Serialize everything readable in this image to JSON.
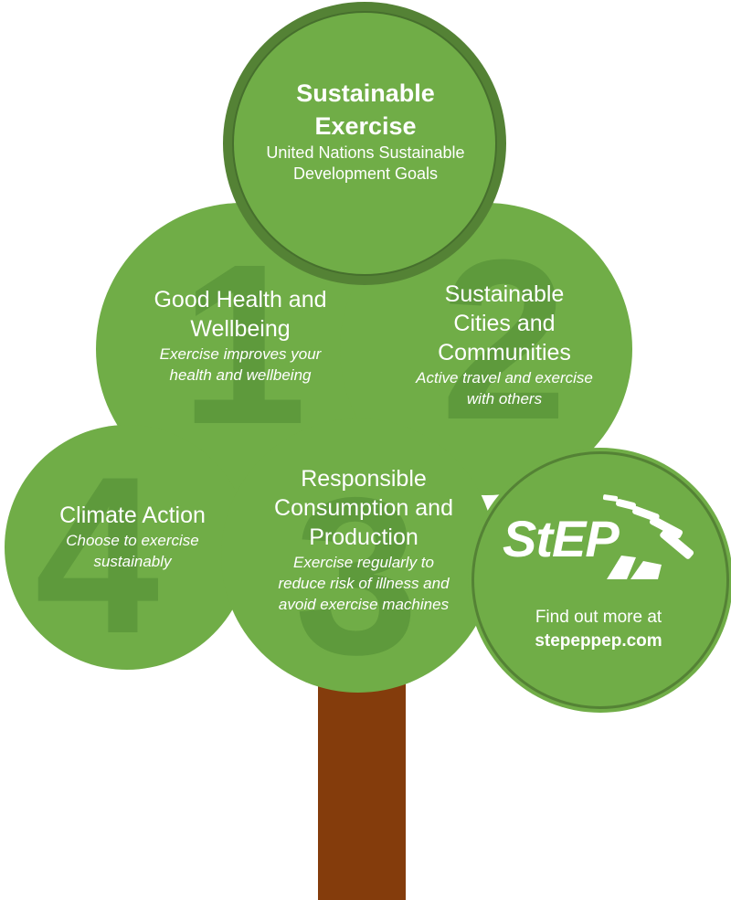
{
  "center": {
    "title": "Sustainable Exercise",
    "subtitle": "United Nations Sustainable Development Goals"
  },
  "goals": [
    {
      "number": "1",
      "title": "Good Health and Wellbeing",
      "description": "Exercise improves your health and wellbeing"
    },
    {
      "number": "2",
      "title": "Sustainable Cities and Communities",
      "description": "Active travel and exercise with others"
    },
    {
      "number": "3",
      "title": "Responsible Consumption and Production",
      "description": "Exercise regularly to reduce risk of illness and avoid exercise machines"
    },
    {
      "number": "4",
      "title": "Climate Action",
      "description": "Choose to exercise sustainably"
    }
  ],
  "step": {
    "logo_text": "StEP",
    "cta": "Find out more at",
    "url": "stepeppep.com"
  },
  "colors": {
    "foliage": "#70ad47",
    "ring": "#548235",
    "numeral": "#5e9a3c",
    "trunk": "#843c0c",
    "text": "#ffffff"
  }
}
